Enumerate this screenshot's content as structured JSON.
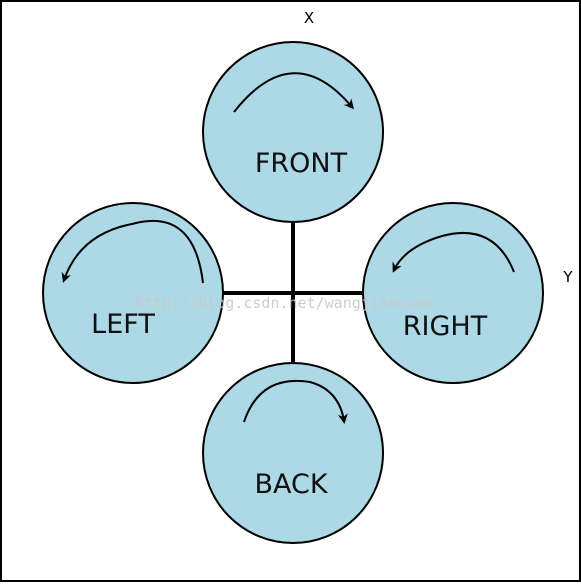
{
  "axes": {
    "x_label": "X",
    "y_label": "Y"
  },
  "rotors": {
    "front": {
      "label": "FRONT",
      "rotation": "clockwise"
    },
    "left": {
      "label": "LEFT",
      "rotation": "counterclockwise"
    },
    "right": {
      "label": "RIGHT",
      "rotation": "counterclockwise"
    },
    "back": {
      "label": "BACK",
      "rotation": "clockwise"
    }
  },
  "watermark": "http://blog.csdn.net/wangjiannuaa",
  "colors": {
    "rotor_fill": "#add8e6",
    "outline": "#000000",
    "watermark": "#c8c8c8"
  }
}
